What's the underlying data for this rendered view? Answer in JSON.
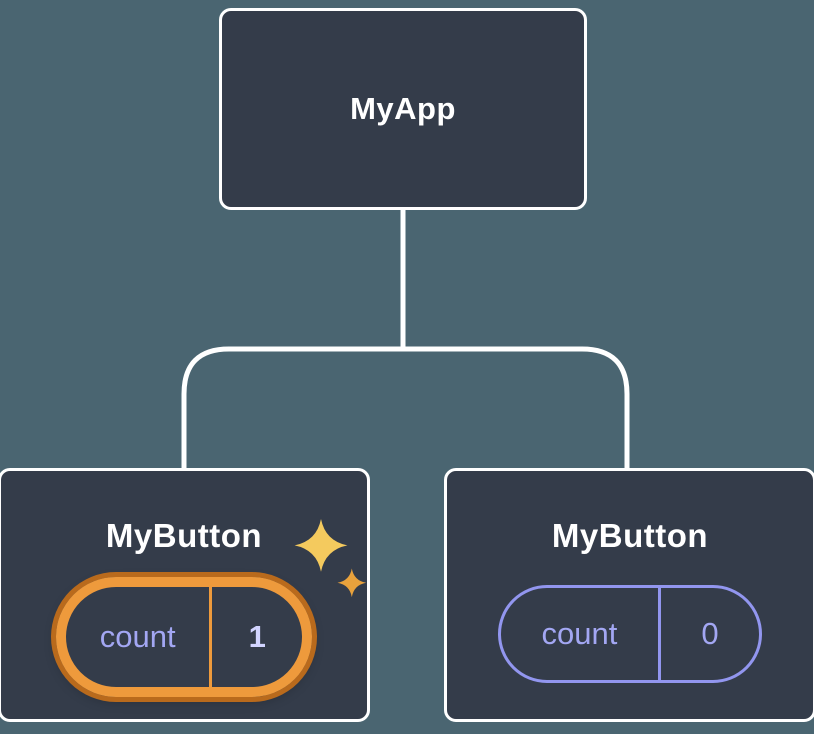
{
  "diagram": {
    "root": {
      "label": "MyApp"
    },
    "children": [
      {
        "label": "MyButton",
        "state": {
          "key": "count",
          "value": "1"
        },
        "highlighted": true
      },
      {
        "label": "MyButton",
        "state": {
          "key": "count",
          "value": "0"
        },
        "highlighted": false
      }
    ],
    "icons": {
      "sparkles": "sparkles-icon"
    },
    "colors": {
      "bg": "#4a6571",
      "node_bg": "#343c4a",
      "node_border": "#ffffff",
      "connector": "#ffffff",
      "lavender": "#9296ef",
      "lavender_text": "#a3a7f3",
      "value_bright": "#d2d4ff",
      "orange": "#ee9a3c",
      "orange_glow": "#b96a1c",
      "sparkle_big": "#f4ca5e",
      "sparkle_small": "#e9a23c"
    }
  }
}
